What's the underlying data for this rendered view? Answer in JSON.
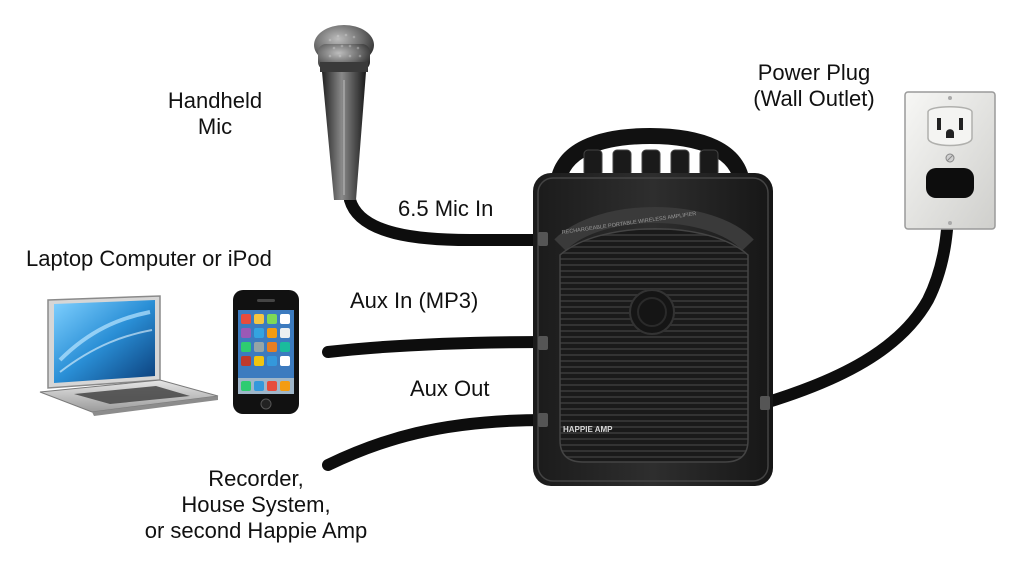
{
  "labels": {
    "handheld_mic": [
      "Handheld",
      "Mic"
    ],
    "mic_in": "6.5 Mic In",
    "laptop": "Laptop Computer or iPod",
    "aux_in": "Aux In (MP3)",
    "aux_out": "Aux Out",
    "recorder": [
      "Recorder,",
      "House System,",
      "or second Happie Amp"
    ],
    "power_plug": [
      "Power Plug",
      "(Wall Outlet)"
    ]
  },
  "amp": {
    "brand": "HAPPIE AMP",
    "band_text": "RECHARGEABLE PORTABLE WIRELESS AMPLIFIER"
  },
  "colors": {
    "cable": "#0d0d0d",
    "amp_body": "#2a2a2a",
    "grille": "#1c1c1c",
    "outlet": "#e8e8e6",
    "laptop_screen": "#2a8fd6"
  },
  "icons": [
    "microphone-icon",
    "laptop-icon",
    "iphone-icon",
    "amplifier-icon",
    "wall-outlet-icon"
  ]
}
